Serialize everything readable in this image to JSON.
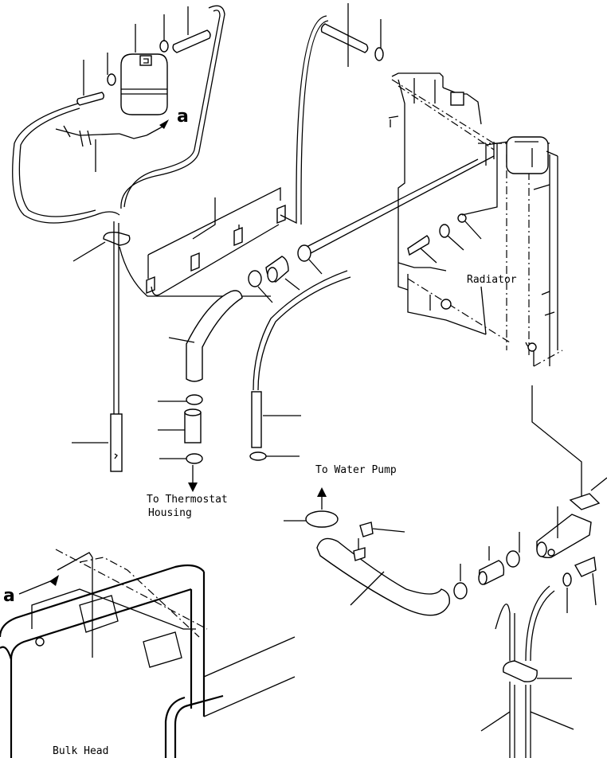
{
  "labels": {
    "radiator": "Radiator",
    "to_thermostat_line1": "To Thermostat",
    "to_thermostat_line2": "Housing",
    "to_water_pump": "To Water Pump",
    "bulk_head": "Bulk Head"
  },
  "view_callouts": {
    "top": "a",
    "bottom": "a"
  }
}
